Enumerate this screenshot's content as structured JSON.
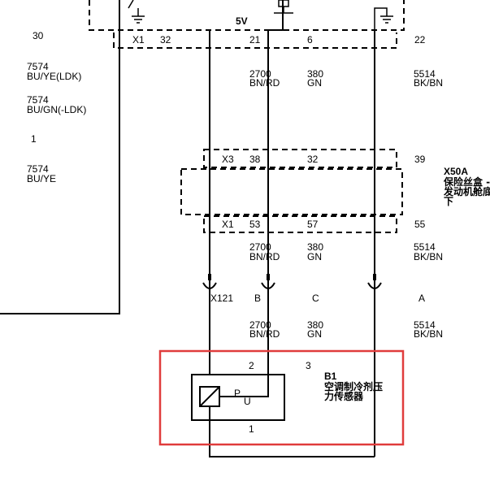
{
  "left_module": {
    "pin_30": "30",
    "wire_1_code": "7574",
    "wire_1_color": "BU/YE(LDK)",
    "wire_2_code": "7574",
    "wire_2_color": "BU/GN(-LDK)",
    "pin_1": "1",
    "wire_3_code": "7574",
    "wire_3_color": "BU/YE"
  },
  "top_connector": {
    "voltage": "5V",
    "name": "X1",
    "pins": [
      "32",
      "21",
      "6",
      "22"
    ]
  },
  "wires_a": [
    {
      "code": "2700",
      "color": "BN/RD"
    },
    {
      "code": "380",
      "color": "GN"
    },
    {
      "code": "5514",
      "color": "BK/BN"
    }
  ],
  "fuse_box": {
    "top_connector": "X3",
    "top_pins": [
      "38",
      "32",
      "39"
    ],
    "bottom_connector": "X1",
    "bottom_pins": [
      "53",
      "57",
      "55"
    ],
    "id": "X50A",
    "description_lines": [
      "保险丝盒 -",
      "发动机舱底",
      "下"
    ]
  },
  "wires_b": [
    {
      "code": "2700",
      "color": "BN/RD"
    },
    {
      "code": "380",
      "color": "GN"
    },
    {
      "code": "5514",
      "color": "BK/BN"
    }
  ],
  "sensor_connector": {
    "name": "X121",
    "pins": [
      "B",
      "C",
      "A"
    ]
  },
  "wires_c": [
    {
      "code": "2700",
      "color": "BN/RD"
    },
    {
      "code": "380",
      "color": "GN"
    },
    {
      "code": "5514",
      "color": "BK/BN"
    }
  ],
  "sensor": {
    "pin_2": "2",
    "pin_3": "3",
    "pin_1": "1",
    "id": "B1",
    "name_lines": [
      "空调制冷剂压",
      "力传感器"
    ],
    "symbol_p": "P",
    "symbol_u": "U"
  },
  "colors": {
    "line": "#000000",
    "highlight": "#e03c3c"
  }
}
